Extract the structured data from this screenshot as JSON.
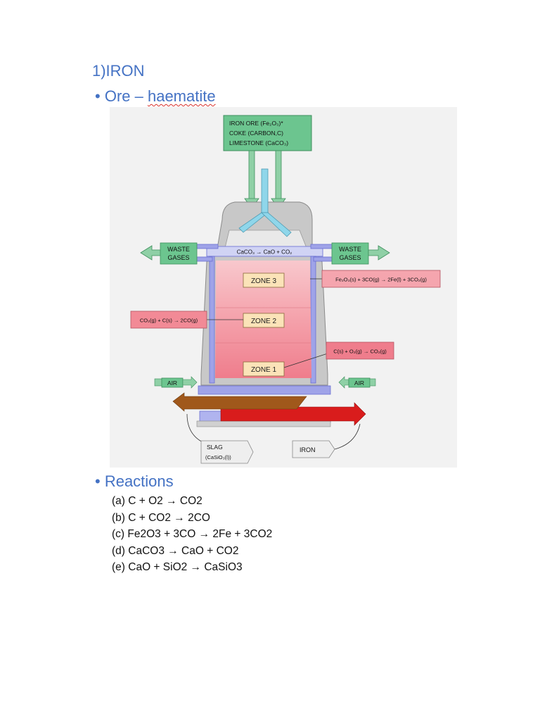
{
  "heading": "1)IRON",
  "ore": {
    "prefix": "Ore – ",
    "name": "haematite"
  },
  "diagram": {
    "inputs": [
      "IRON ORE (Fe₂O₃)*",
      "COKE (CARBON,C)",
      "LIMESTONE (CaCO₃)"
    ],
    "top_reaction": "CaCO₃ → CaO + CO₂",
    "waste_left": [
      "WASTE",
      "GASES"
    ],
    "waste_right": [
      "WASTE",
      "GASES"
    ],
    "zones": [
      "ZONE 3",
      "ZONE 2",
      "ZONE 1"
    ],
    "zone3_reaction": "Fe₂O₃(s) + 3CO(g) → 2Fe(l) + 3CO₂(g)",
    "zone2_reaction": "CO₂(g) + C(s) → 2CO(g)",
    "zone1_reaction": "C(s) + O₂(g) → CO₂(g)",
    "air_left": "AIR",
    "air_right": "AIR",
    "slag": [
      "SLAG",
      "(CaSiO₃(l))"
    ],
    "iron": "IRON"
  },
  "reactions_heading": "Reactions",
  "reactions": [
    "(a) C + O2 → CO2",
    "(b) C + CO2 → 2CO",
    "(c) Fe2O3 + 3CO → 2Fe + 3CO2",
    "(d) CaCO3 → CaO + CO2",
    "(e) CaO + SiO2 → CaSiO3"
  ],
  "colors": {
    "heading_blue": "#4472c4",
    "label_green": "#6cc58f",
    "zone_pink": "#f29aa4",
    "molten_iron_red": "#d91c1c",
    "slag_brown": "#a0581b",
    "wall_grey": "#c8c8c8",
    "duct_blue": "#9fa3e8"
  }
}
